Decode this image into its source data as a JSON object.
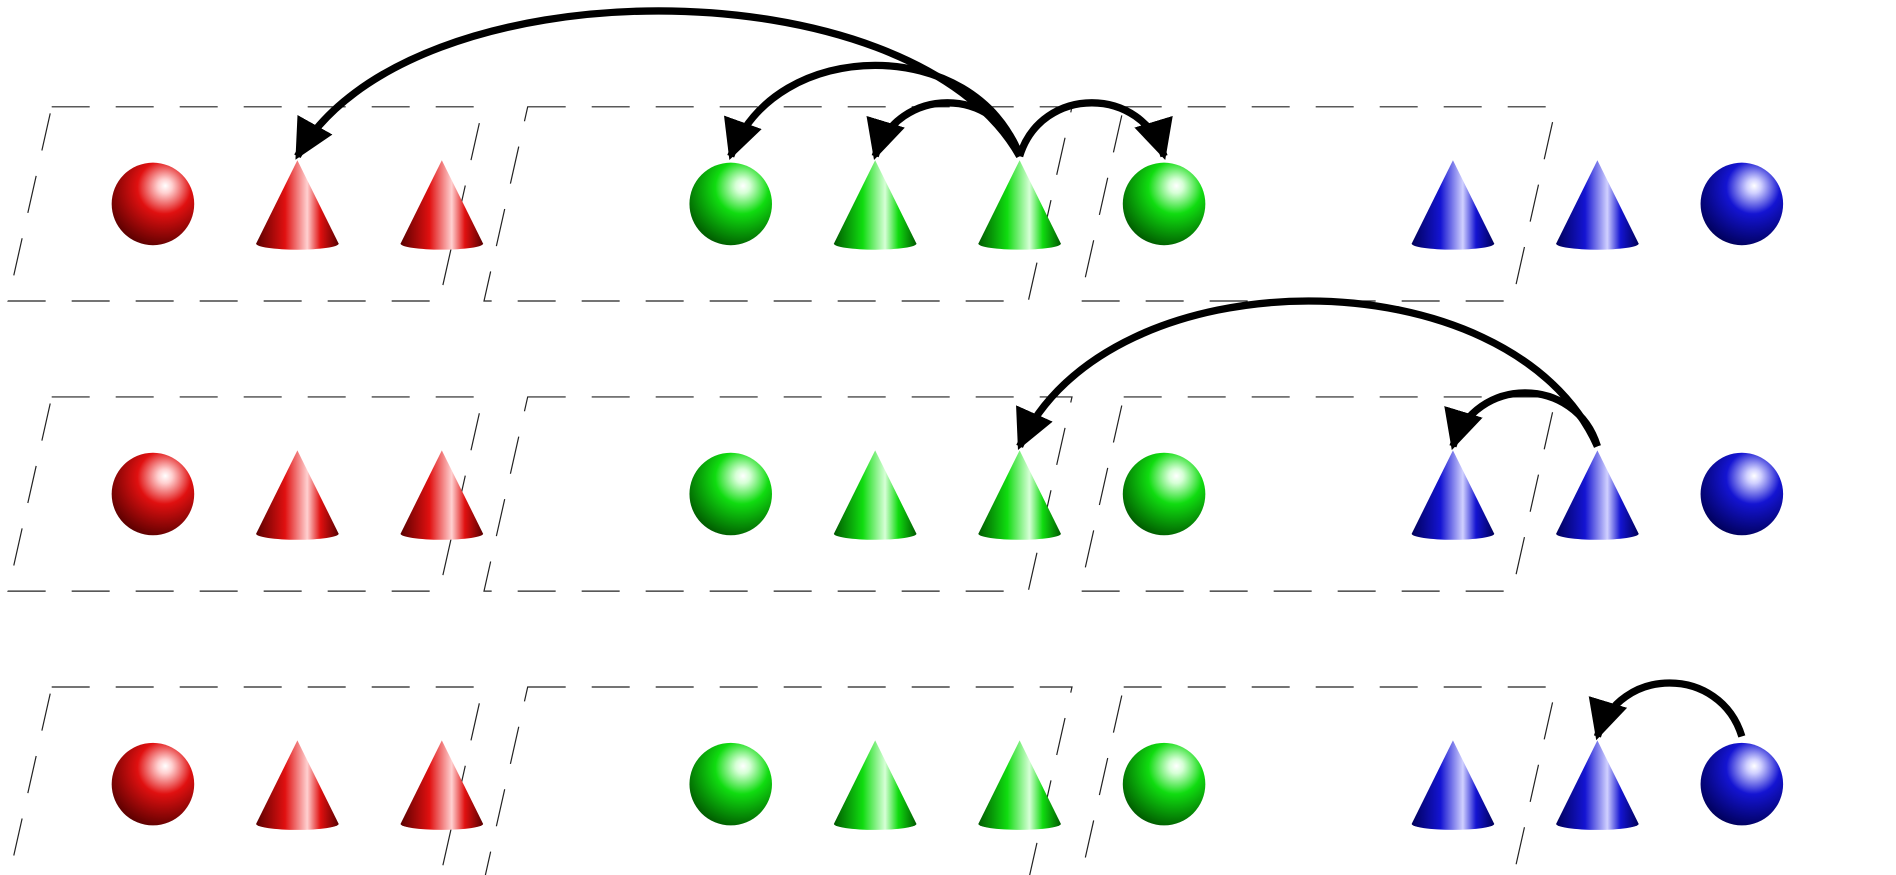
{
  "colors": {
    "red": {
      "base": "#e01010",
      "dark": "#5a0000",
      "light": "#ffd0d0"
    },
    "green": {
      "base": "#10dc10",
      "dark": "#005a00",
      "light": "#d6ffd6"
    },
    "blue": {
      "base": "#1414d2",
      "dark": "#00005a",
      "light": "#d0d0ff"
    },
    "arrow": "#000000",
    "panel_border": "#222222"
  },
  "rows": [
    {
      "groups": [
        {
          "color": "red",
          "items": [
            "sphere",
            "cone",
            "cone"
          ]
        },
        {
          "color": "green",
          "items": [
            "sphere",
            "cone",
            "cone",
            "sphere"
          ]
        },
        {
          "color": "blue",
          "items": [
            "cone",
            "cone",
            "sphere"
          ]
        }
      ],
      "arrows": [
        {
          "from": [
            1,
            2
          ],
          "to": [
            0,
            1
          ]
        },
        {
          "from": [
            1,
            2
          ],
          "to": [
            1,
            0
          ]
        },
        {
          "from": [
            1,
            2
          ],
          "to": [
            1,
            1
          ]
        },
        {
          "from": [
            1,
            2
          ],
          "to": [
            1,
            3
          ]
        }
      ]
    },
    {
      "groups": [
        {
          "color": "red",
          "items": [
            "sphere",
            "cone",
            "cone"
          ]
        },
        {
          "color": "green",
          "items": [
            "sphere",
            "cone",
            "cone",
            "sphere"
          ]
        },
        {
          "color": "blue",
          "items": [
            "cone",
            "cone",
            "sphere"
          ]
        }
      ],
      "arrows": [
        {
          "from": [
            2,
            1
          ],
          "to": [
            1,
            2
          ]
        },
        {
          "from": [
            2,
            1
          ],
          "to": [
            2,
            0
          ]
        }
      ]
    },
    {
      "groups": [
        {
          "color": "red",
          "items": [
            "sphere",
            "cone",
            "cone"
          ]
        },
        {
          "color": "green",
          "items": [
            "sphere",
            "cone",
            "cone",
            "sphere"
          ]
        },
        {
          "color": "blue",
          "items": [
            "cone",
            "cone",
            "sphere"
          ]
        }
      ],
      "arrows": [
        {
          "from": [
            2,
            2
          ],
          "to": [
            2,
            1
          ]
        }
      ]
    }
  ]
}
